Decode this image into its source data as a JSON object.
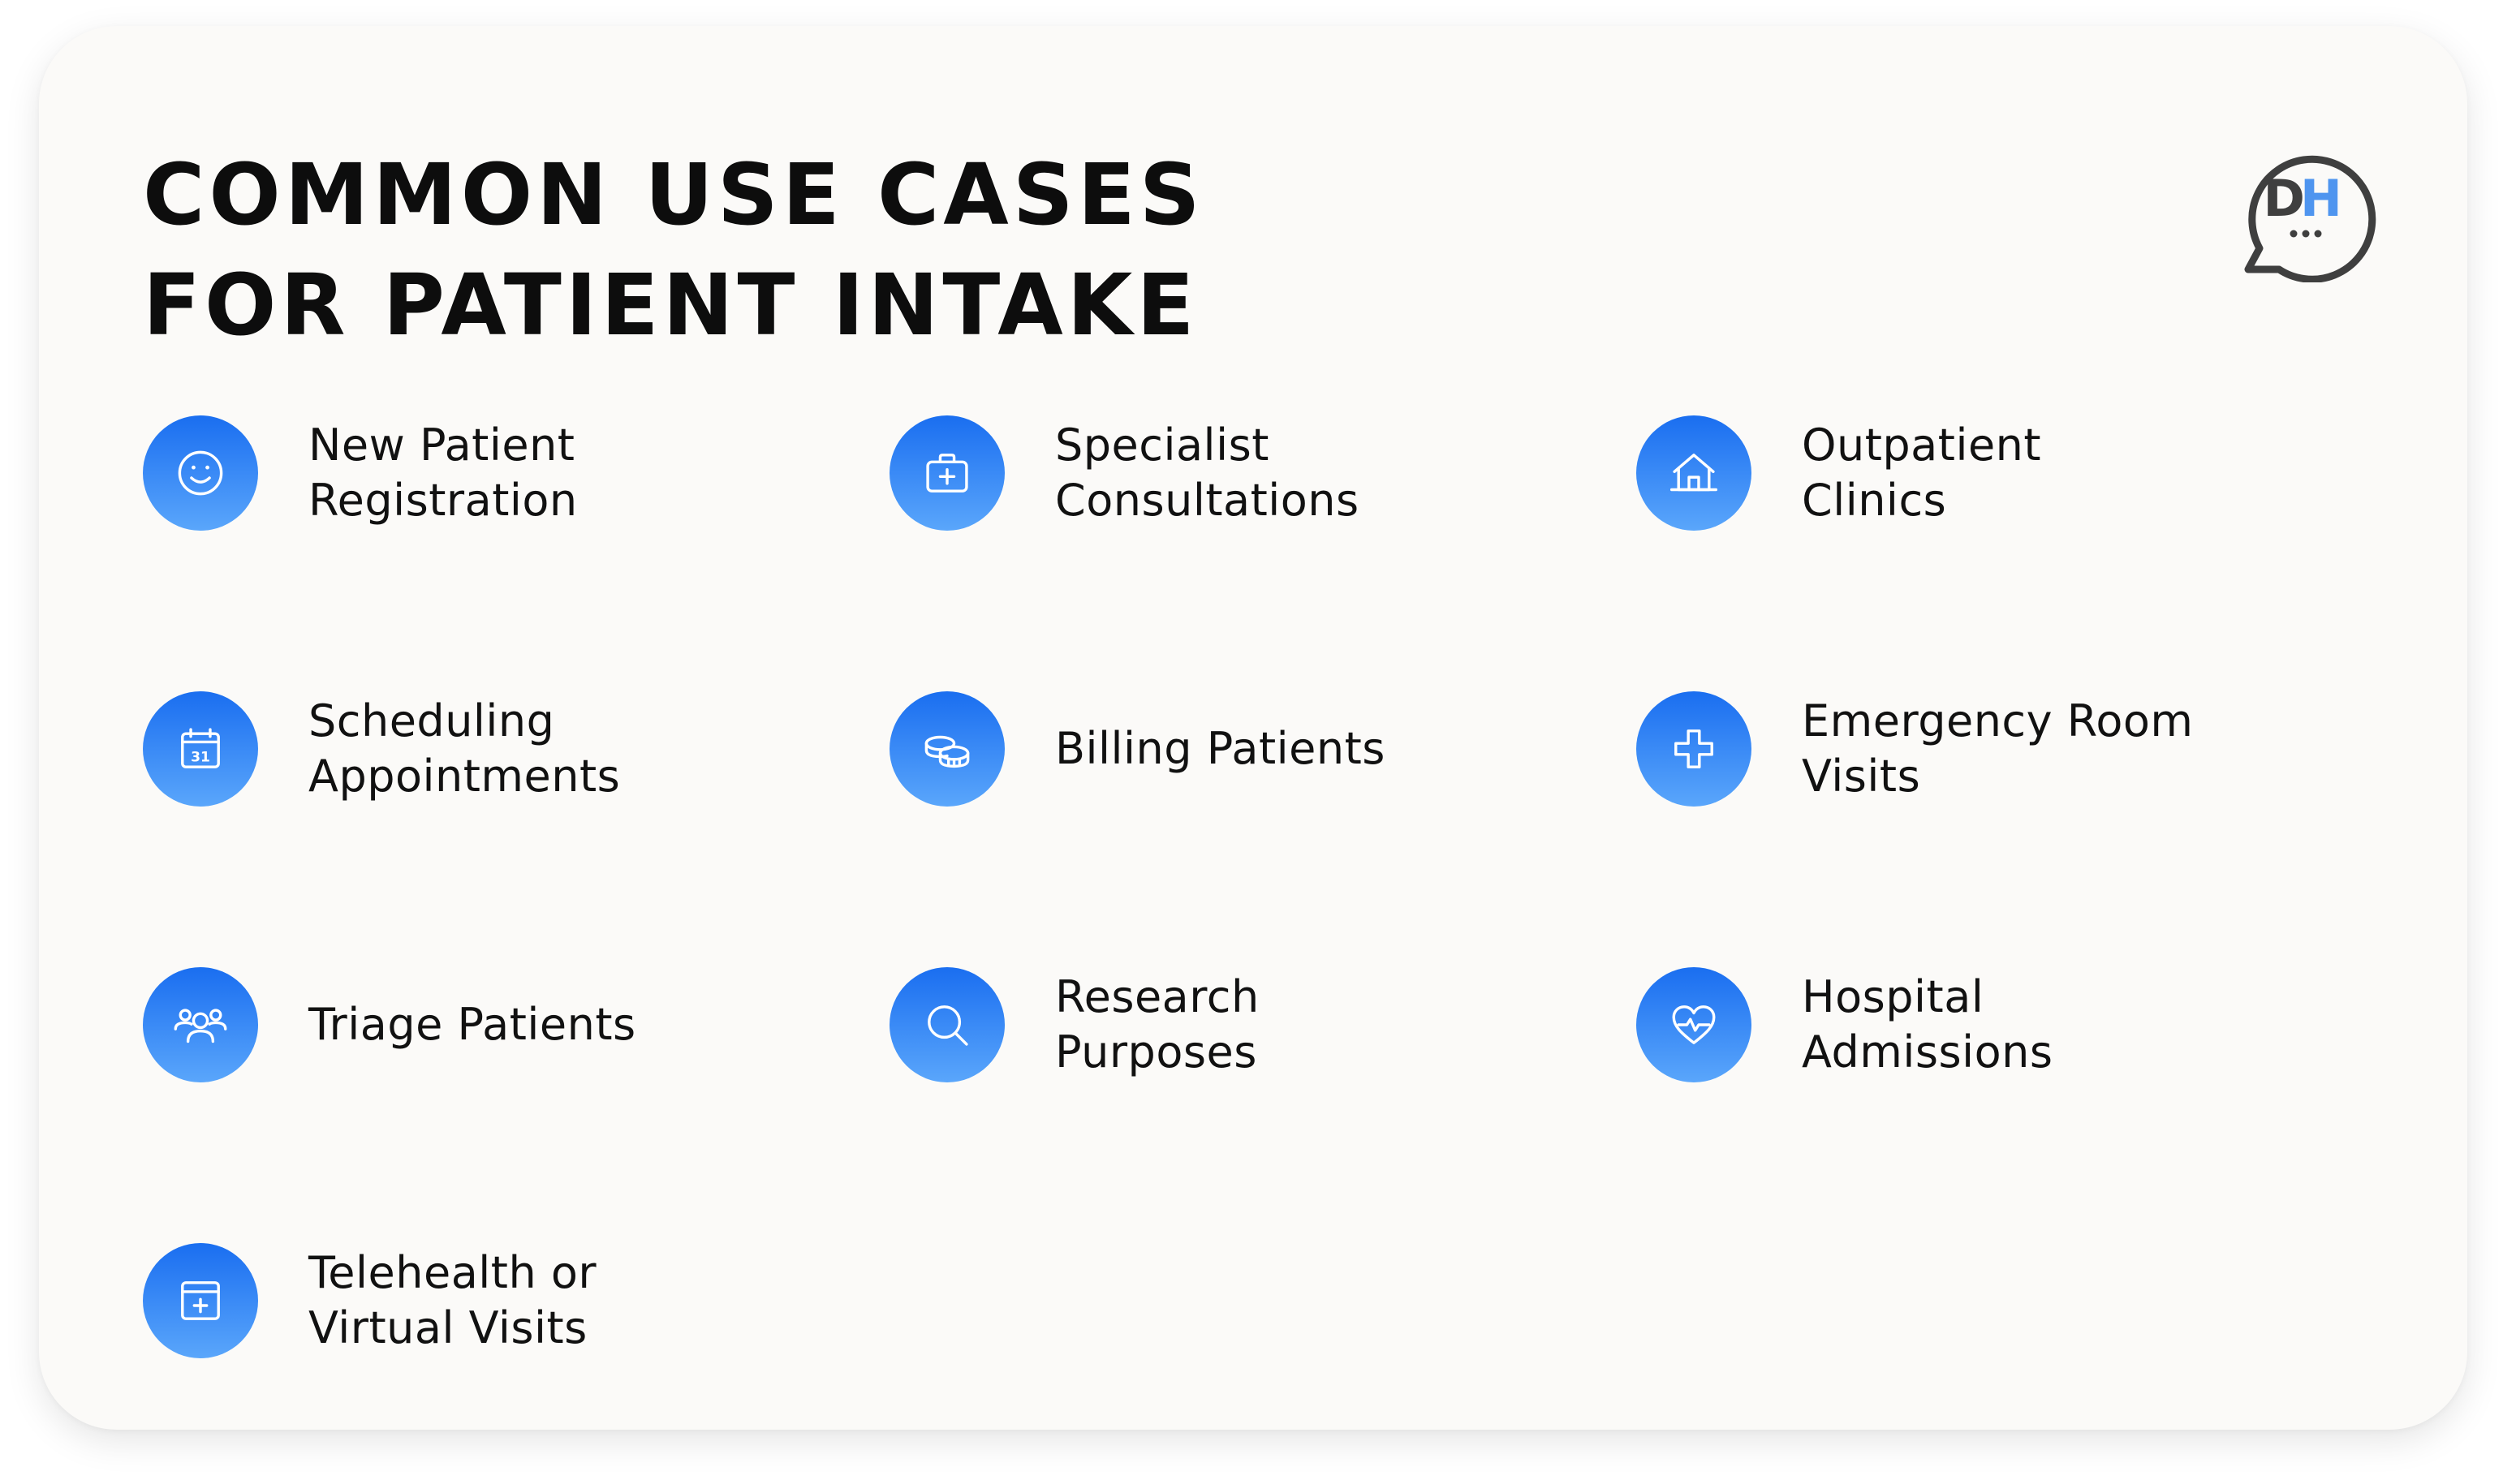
{
  "title": {
    "line1": "COMMON USE CASES",
    "line2": "FOR PATIENT INTAKE"
  },
  "logo": {
    "text_d": "D",
    "text_h": "H",
    "icon": "chat-bubble-logo-icon",
    "color_dark": "#3f3f3f",
    "color_accent": "#4f95ef"
  },
  "accent": {
    "gradient_top": "#1a6ef0",
    "gradient_bottom": "#5aa6fb"
  },
  "items": [
    {
      "icon": "smiley-face-icon",
      "lines": [
        "New Patient",
        "Registration"
      ]
    },
    {
      "icon": "medical-bag-icon",
      "lines": [
        "Specialist",
        "Consultations"
      ]
    },
    {
      "icon": "house-icon",
      "lines": [
        "Outpatient",
        "Clinics"
      ]
    },
    {
      "icon": "calendar-31-icon",
      "lines": [
        "Scheduling",
        "Appointments"
      ],
      "calendar_day": "31"
    },
    {
      "icon": "coins-icon",
      "lines": [
        "Billing Patients"
      ]
    },
    {
      "icon": "plus-cross-icon",
      "lines": [
        "Emergency Room",
        "Visits"
      ]
    },
    {
      "icon": "people-group-icon",
      "lines": [
        "Triage Patients"
      ]
    },
    {
      "icon": "magnifier-icon",
      "lines": [
        "Research",
        "Purposes"
      ]
    },
    {
      "icon": "heartbeat-heart-icon",
      "lines": [
        "Hospital",
        "Admissions"
      ]
    },
    {
      "icon": "calendar-plus-icon",
      "lines": [
        "Telehealth or",
        "Virtual Visits"
      ]
    }
  ]
}
